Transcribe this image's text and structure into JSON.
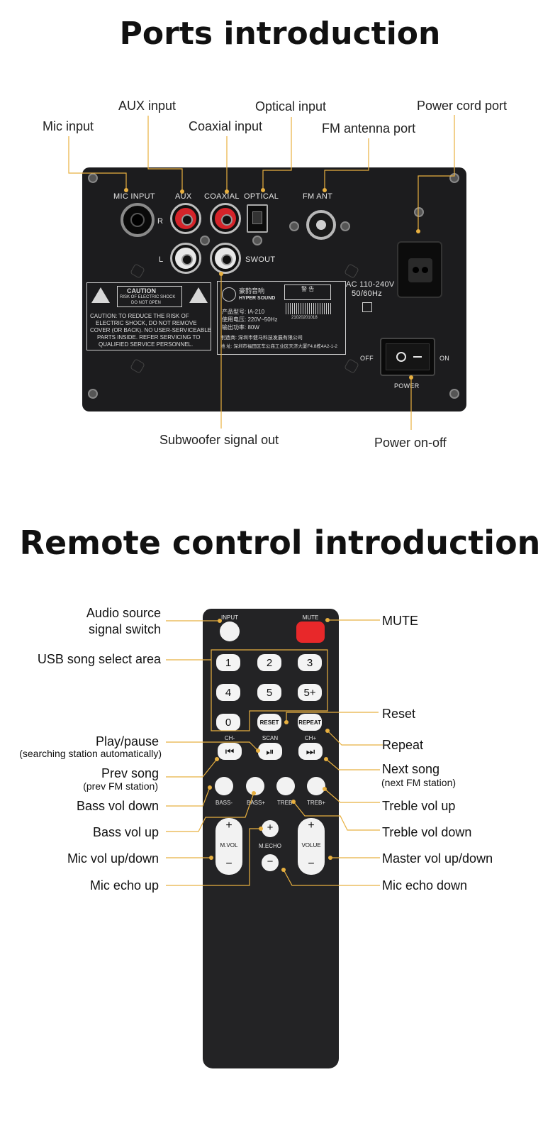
{
  "ports": {
    "title": "Ports introduction",
    "labels": {
      "mic_input": "Mic input",
      "aux_input": "AUX input",
      "coaxial_input": "Coaxial input",
      "optical_input": "Optical input",
      "fm_antenna_port": "FM antenna port",
      "power_cord_port": "Power cord port",
      "subwoofer_signal_out": "Subwoofer signal out",
      "power_on_off": "Power on-off"
    },
    "panel": {
      "mic_input": "MIC INPUT",
      "aux": "AUX",
      "coaxial": "COAXIAL",
      "optical": "OPTICAL",
      "fm_ant": "FM ANT",
      "r": "R",
      "l": "L",
      "swout": "SWOUT",
      "ac": "AC 110-240V",
      "hz": "50/60Hz",
      "off": "OFF",
      "on": "ON",
      "power": "POWER",
      "caution_title": "CAUTION",
      "caution_box_1": "RISK OF ELECTRIC SHOCK",
      "caution_box_2": "DO NOT OPEN",
      "caution_lines": [
        "CAUTION:  TO REDUCE THE RISK OF",
        "ELECTRIC SHOCK, DO NOT REMOVE",
        "COVER (OR BACK).  NO USER-SERVICEABLE",
        "PARTS INSIDE.  REFER SERVICING TO",
        "QUALIFIED SERVICE PERSONNEL."
      ],
      "brand_cn": "豪韵音响",
      "brand_en": "HYPER SOUND",
      "warn_cn": "警 告",
      "model": "产品型号: IA-210",
      "voltage": "使用电压: 220V~50Hz",
      "power_out": "输出功率: 80W",
      "serial": "21020201018",
      "maker": "制造商:  深圳市健马科技发展有限公司",
      "address": "地  址:  深圳市福田区车公庙工业区天济大厦F4.8栋4A2-1-2"
    }
  },
  "remote": {
    "title": "Remote control introduction",
    "labels": {
      "audio_source_1": "Audio source",
      "audio_source_2": "signal switch",
      "usb_song": "USB song select area",
      "play_pause": "Play/pause",
      "play_pause_sub": "(searching station automatically)",
      "prev_song": "Prev song",
      "prev_song_sub": "(prev FM station)",
      "bass_down": "Bass vol down",
      "bass_up": "Bass vol up",
      "mic_vol": "Mic vol up/down",
      "mic_echo_up": "Mic echo up",
      "mute": "MUTE",
      "reset": "Reset",
      "repeat": "Repeat",
      "next_song": "Next song",
      "next_song_sub": "(next FM station)",
      "treble_up": "Treble vol up",
      "treble_down": "Treble vol down",
      "master_vol": "Master vol up/down",
      "mic_echo_down": "Mic echo down"
    },
    "keys": {
      "input": "INPUT",
      "mute": "MUTE",
      "n1": "1",
      "n2": "2",
      "n3": "3",
      "n4": "4",
      "n5": "5",
      "n5p": "5+",
      "n0": "0",
      "reset": "RESET",
      "repeat": "REPEAT",
      "ch_minus": "CH-",
      "scan": "SCAN",
      "ch_plus": "CH+",
      "bass_minus": "BASS-",
      "bass_plus": "BASS+",
      "treb_minus": "TREB-",
      "treb_plus": "TREB+",
      "mvol": "M.VOL",
      "mecho": "M.ECHO",
      "volume": "VOLUE",
      "plus": "+",
      "minus": "−",
      "prev_glyph": "⏮",
      "play_glyph": "⏯",
      "next_glyph": "⏭"
    },
    "colors": {
      "mute_key": "#e8282a",
      "leader": "#e8b040"
    }
  }
}
